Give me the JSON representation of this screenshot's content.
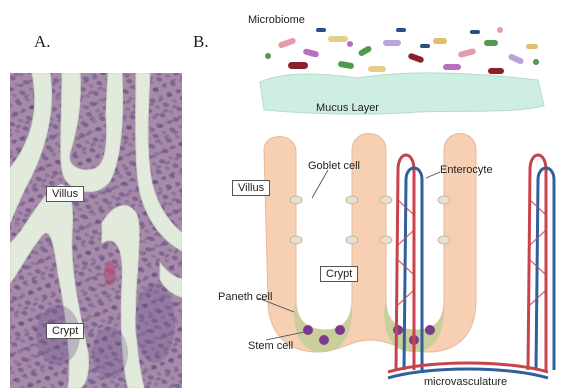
{
  "panels": {
    "a": "A.",
    "b": "B."
  },
  "micrograph": {
    "villus_label": "Villus",
    "crypt_label": "Crypt"
  },
  "diagram": {
    "microbiome": "Microbiome",
    "mucus_layer": "Mucus Layer",
    "enterocyte": "Enterocyte",
    "goblet_cell": "Goblet cell",
    "villus": "Villus",
    "crypt": "Crypt",
    "paneth_cell": "Paneth cell",
    "stem_cell": "Stem cell",
    "microvasculature": "microvasculature"
  },
  "colors": {
    "tissue_bg": "#a88aa8",
    "lumen": "#dfe8d8",
    "nucleus": "#5a4a86",
    "enterocyte": "#f7cfb3",
    "mucus": "#cfeee2",
    "paneth": "#7b3b8a",
    "stem": "#c9cf9b",
    "artery": "#c8424c",
    "vein": "#2f5f9c"
  }
}
